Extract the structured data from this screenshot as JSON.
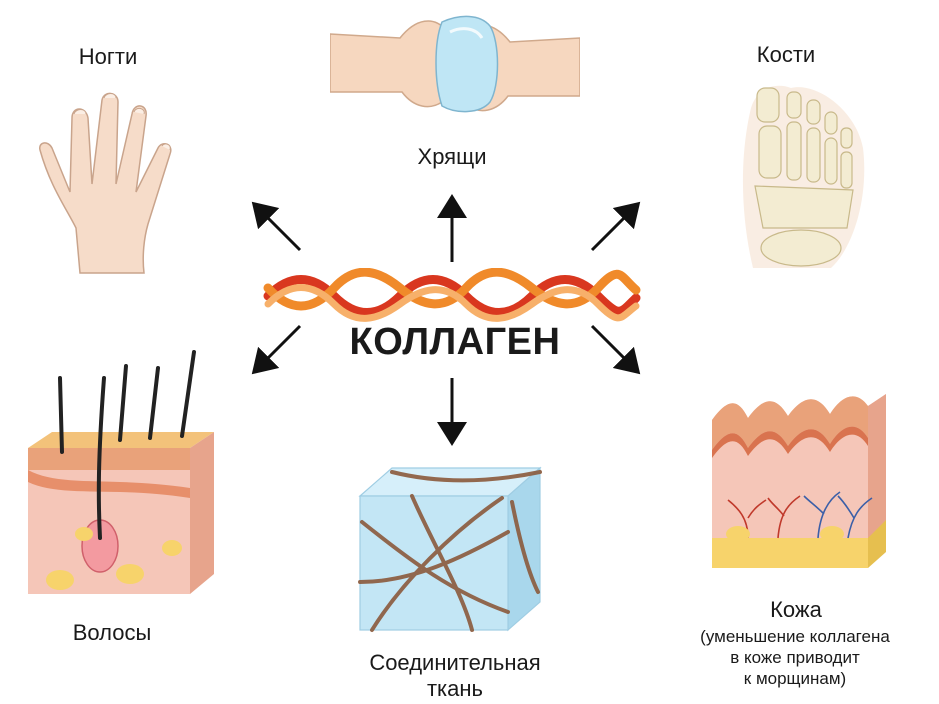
{
  "center": {
    "title": "КОЛЛАГЕН"
  },
  "labels": {
    "nails": "Ногти",
    "cartilage": "Хрящи",
    "bones": "Кости",
    "hair": "Волосы",
    "connective_line1": "Соединительная",
    "connective_line2": "ткань",
    "skin": "Кожа",
    "skin_note_line1": "(уменьшение коллагена",
    "skin_note_line2": "в коже приводит",
    "skin_note_line3": "к морщинам)"
  },
  "colors": {
    "skin_tone": "#f6dcc9",
    "bone": "#f3ecd2",
    "cartilage_blue": "#bfe6f5",
    "strand_red": "#d9371f",
    "strand_orange": "#f08a2a",
    "epidermis": "#e9a27a",
    "fat_yellow": "#f7d36b",
    "arrow": "#111111"
  }
}
